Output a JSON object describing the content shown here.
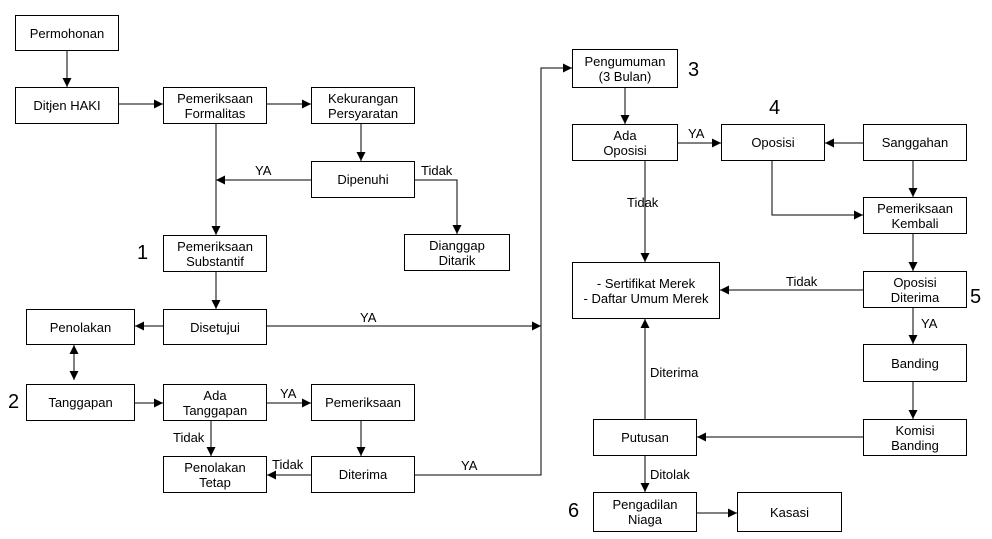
{
  "nodes": {
    "permohonan": "Permohonan",
    "ditjen_haki": "Ditjen HAKI",
    "pemeriksaan_formalitas": "Pemeriksaan\nFormalitas",
    "kekurangan_persyaratan": "Kekurangan\nPersyaratan",
    "dipenuhi": "Dipenuhi",
    "dianggap_ditarik": "Dianggap\nDitarik",
    "pemeriksaan_substantif": "Pemeriksaan\nSubstantif",
    "disetujui": "Disetujui",
    "penolakan": "Penolakan",
    "tanggapan": "Tanggapan",
    "ada_tanggapan": "Ada\nTanggapan",
    "pemeriksaan": "Pemeriksaan",
    "penolakan_tetap": "Penolakan\nTetap",
    "diterima_left": "Diterima",
    "pengumuman": "Pengumuman\n(3 Bulan)",
    "ada_oposisi": "Ada\nOposisi",
    "oposisi": "Oposisi",
    "sanggahan": "Sanggahan",
    "pemeriksaan_kembali": "Pemeriksaan\nKembali",
    "sertifikat": "- Sertifikat Merek\n- Daftar Umum Merek",
    "oposisi_diterima": "Oposisi\nDiterima",
    "banding": "Banding",
    "komisi_banding": "Komisi\nBanding",
    "putusan": "Putusan",
    "pengadilan_niaga": "Pengadilan\nNiaga",
    "kasasi": "Kasasi"
  },
  "edge_labels": {
    "ya_dipenuhi": "YA",
    "tidak_dipenuhi": "Tidak",
    "ya_disetujui": "YA",
    "ya_ada_tanggapan": "YA",
    "tidak_ada_tanggapan": "Tidak",
    "tidak_diterima": "Tidak",
    "ya_diterima": "YA",
    "ya_ada_oposisi": "YA",
    "tidak_ada_oposisi": "Tidak",
    "tidak_oposisi_diterima": "Tidak",
    "ya_oposisi_diterima": "YA",
    "diterima_putusan": "Diterima",
    "ditolak_putusan": "Ditolak"
  },
  "step_numbers": {
    "n1": "1",
    "n2": "2",
    "n3": "3",
    "n4": "4",
    "n5": "5",
    "n6": "6"
  }
}
